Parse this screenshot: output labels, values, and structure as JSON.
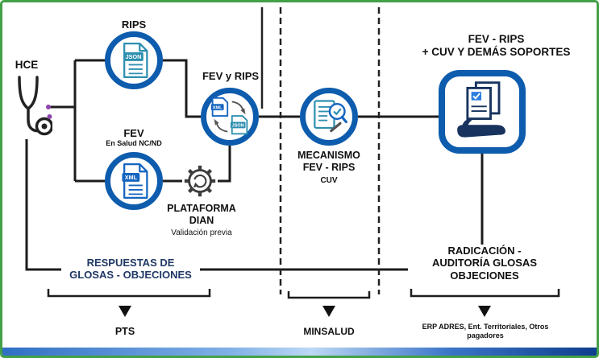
{
  "diagram": {
    "hce": "HCE",
    "rips": {
      "title": "RIPS"
    },
    "fev": {
      "title": "FEV",
      "subtitle": "En Salud NC/ND"
    },
    "fev_y_rips": {
      "title": "FEV y RIPS"
    },
    "plataforma_dian": {
      "title_line1": "PLATAFORMA",
      "title_line2": "DIAN",
      "subtitle": "Validación previa"
    },
    "mecanismo": {
      "title_line1": "MECANISMO",
      "title_line2": "FEV - RIPS",
      "subtitle": "CUV"
    },
    "soportes": {
      "title_line1": "FEV - RIPS",
      "title_line2": "+ CUV Y DEMÁS SOPORTES"
    },
    "respuestas": {
      "line1": "RESPUESTAS DE",
      "line2": "GLOSAS - OBJECIONES"
    },
    "radicacion": {
      "line1": "RADICACIÓN -",
      "line2": "AUDITORÍA GLOSAS",
      "line3": "OBJECIONES"
    },
    "actors": {
      "pts": "PTS",
      "minsalud": "MINSALUD",
      "pagadores_line1": "ERP ADRES, Ent. Territoriales, Otros",
      "pagadores_line2": "pagadores"
    }
  },
  "badges": {
    "json": "JSON",
    "xml": "XML"
  },
  "icons": [
    "stethoscope-icon",
    "json-document-icon",
    "xml-document-icon",
    "xml-to-json-convert-icon",
    "gear-validation-icon",
    "review-document-icon",
    "hand-documents-icon",
    "down-arrow-icon"
  ],
  "colors": {
    "frame_green": "#43a047",
    "node_blue": "#0d5cad",
    "doc_teal": "#2e8fb0",
    "badge_blue": "#1565c0",
    "navy_text": "#1f3864",
    "hand_navy": "#17335e",
    "line_black": "#1c1c1c",
    "accent_purple": "#8e44ad"
  }
}
